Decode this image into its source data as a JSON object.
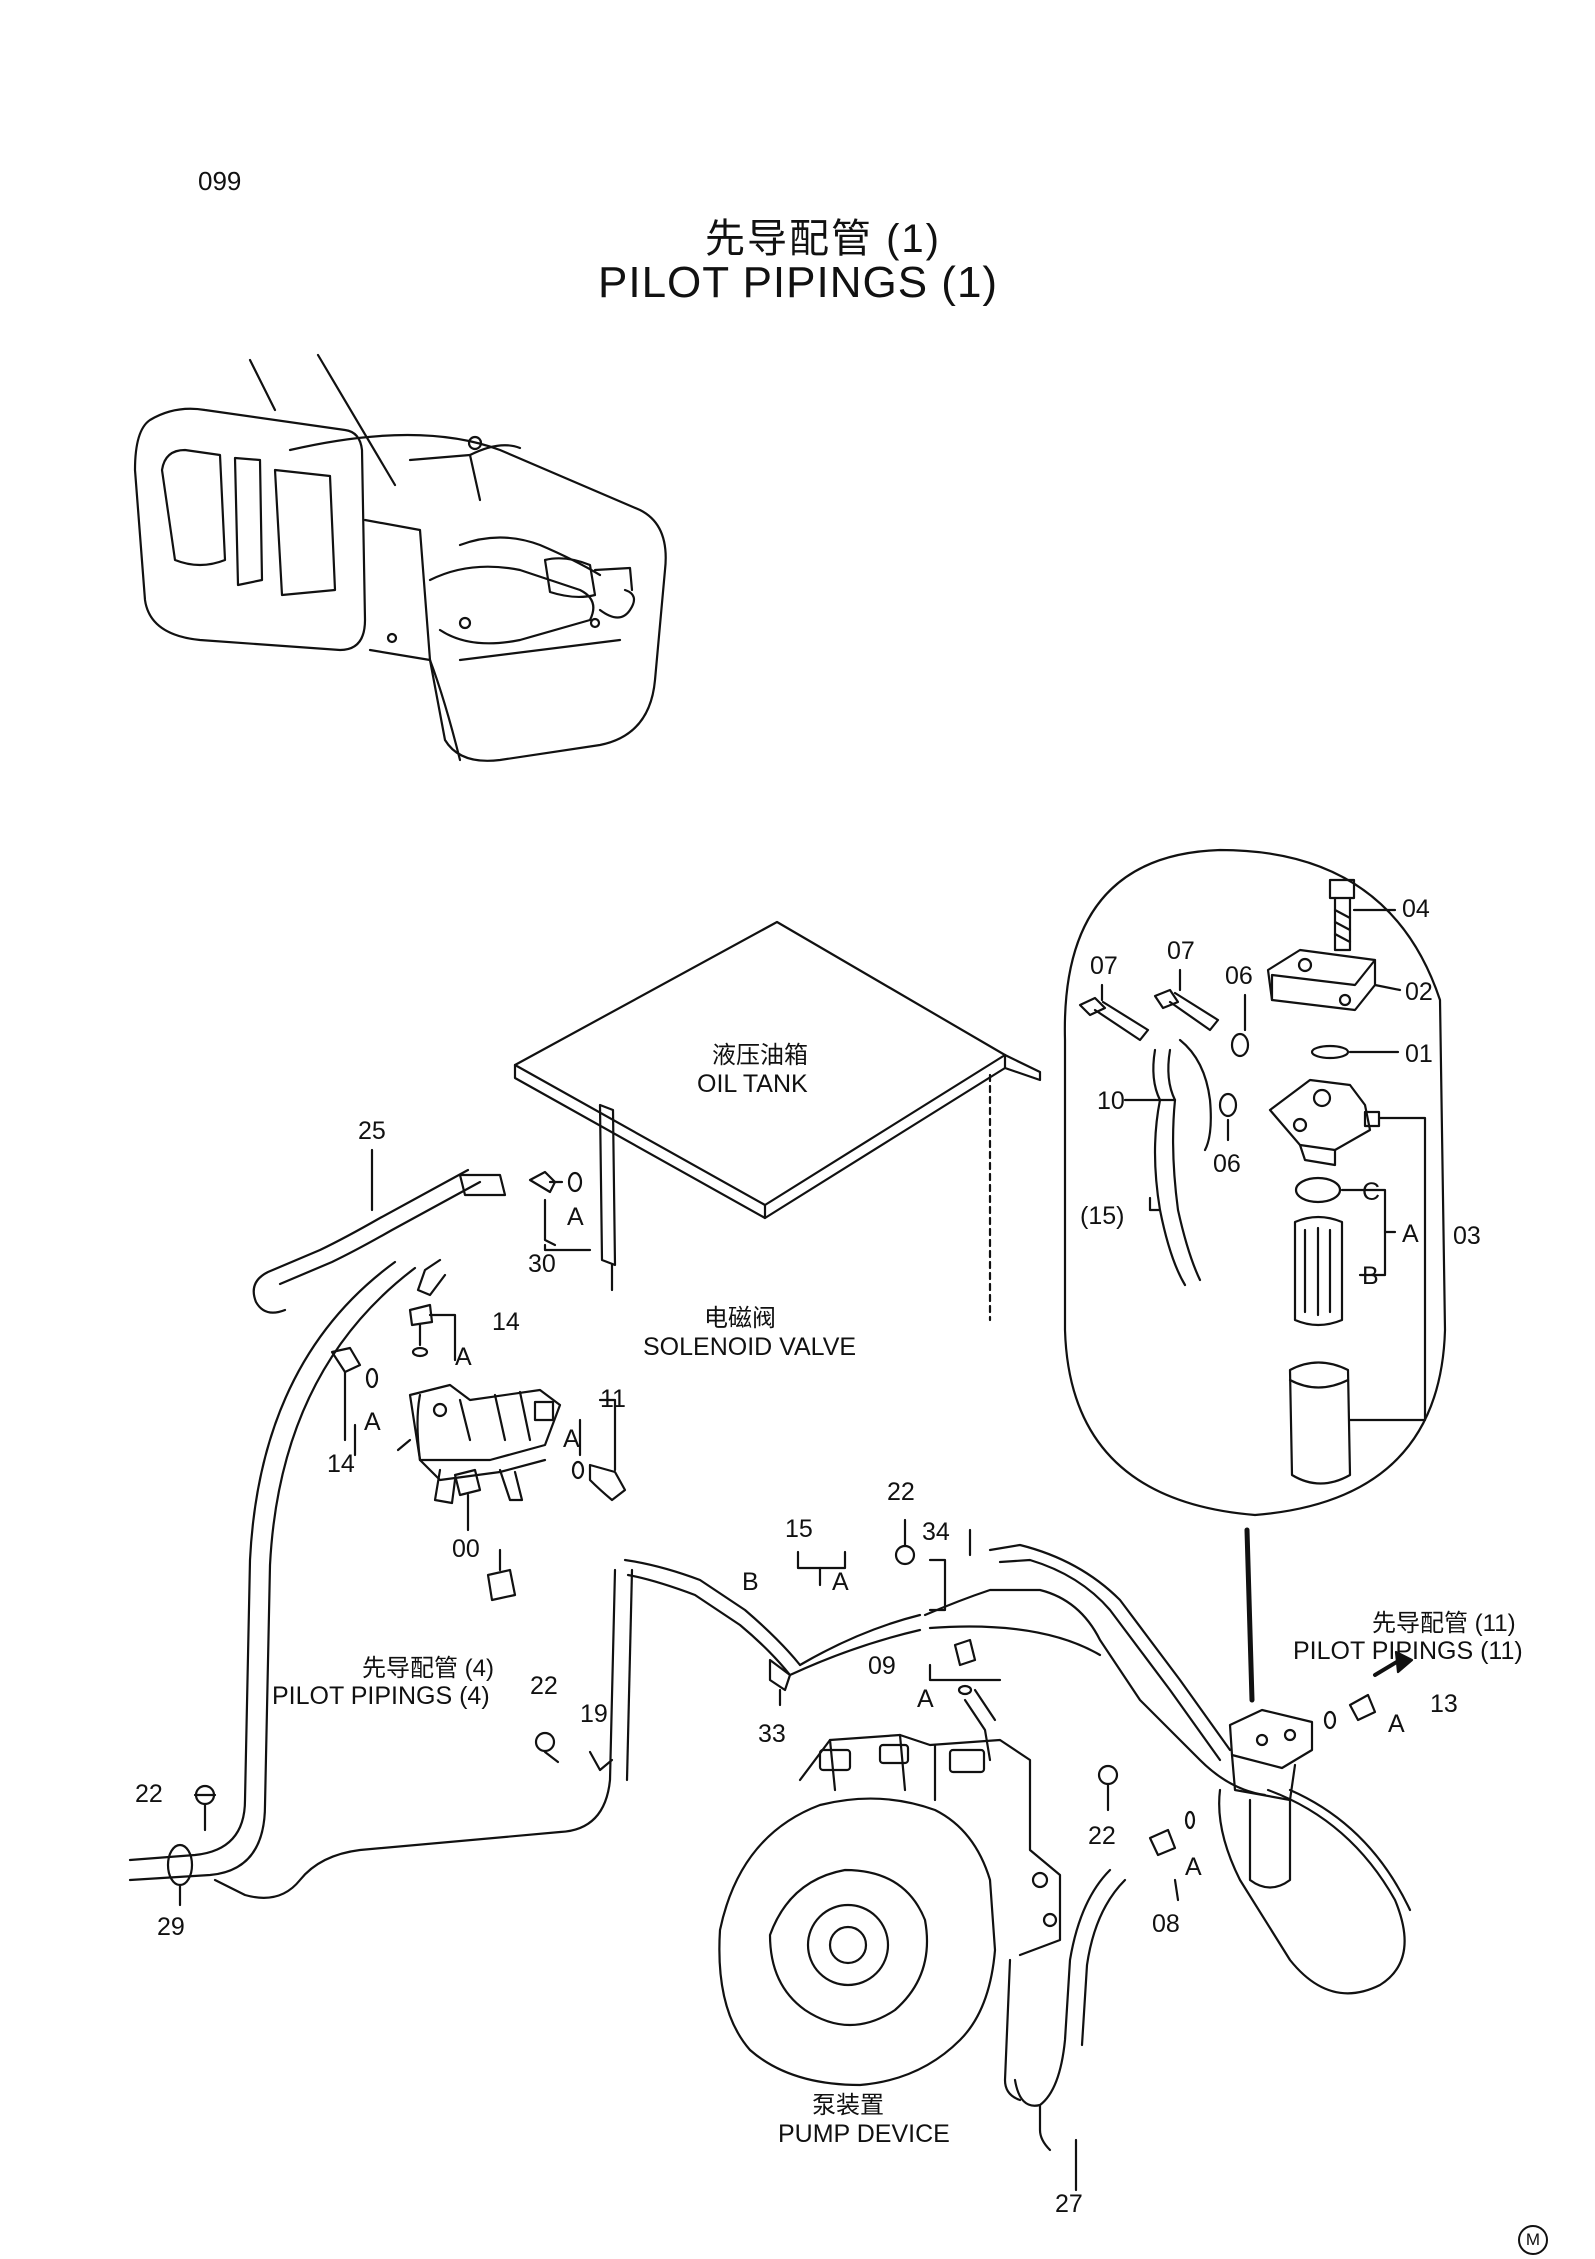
{
  "page": {
    "number": "099",
    "title_cn": "先导配管   (1)",
    "title_en": "PILOT  PIPINGS  (1)",
    "corner_mark": "M"
  },
  "components": {
    "oil_tank": {
      "cn": "液压油箱",
      "en": "OIL  TANK"
    },
    "solenoid_valve": {
      "cn": "电磁阀",
      "en": "SOLENOID VALVE"
    },
    "pump_device": {
      "cn": "泵装置",
      "en": "PUMP  DEVICE"
    },
    "pilot_pipings_4": {
      "cn": "先导配管 (4)",
      "en": "PILOT  PIPINGS (4)"
    },
    "pilot_pipings_11": {
      "cn": "先导配管 (11)",
      "en": "PILOT  PIPINGS (11)"
    }
  },
  "filter_detail": {
    "parts": [
      "04",
      "02",
      "01",
      "07",
      "07",
      "06",
      "06",
      "10",
      "(15)",
      "03"
    ],
    "sub_labels": [
      "C",
      "B",
      "A"
    ]
  },
  "callouts": [
    "25",
    "30",
    "A",
    "14",
    "A",
    "14",
    "A",
    "11",
    "A",
    "00",
    "15",
    "B",
    "A",
    "22",
    "34",
    "09",
    "A",
    "33",
    "22",
    "19",
    "22",
    "29",
    "13",
    "A",
    "22",
    "08",
    "A",
    "27"
  ]
}
